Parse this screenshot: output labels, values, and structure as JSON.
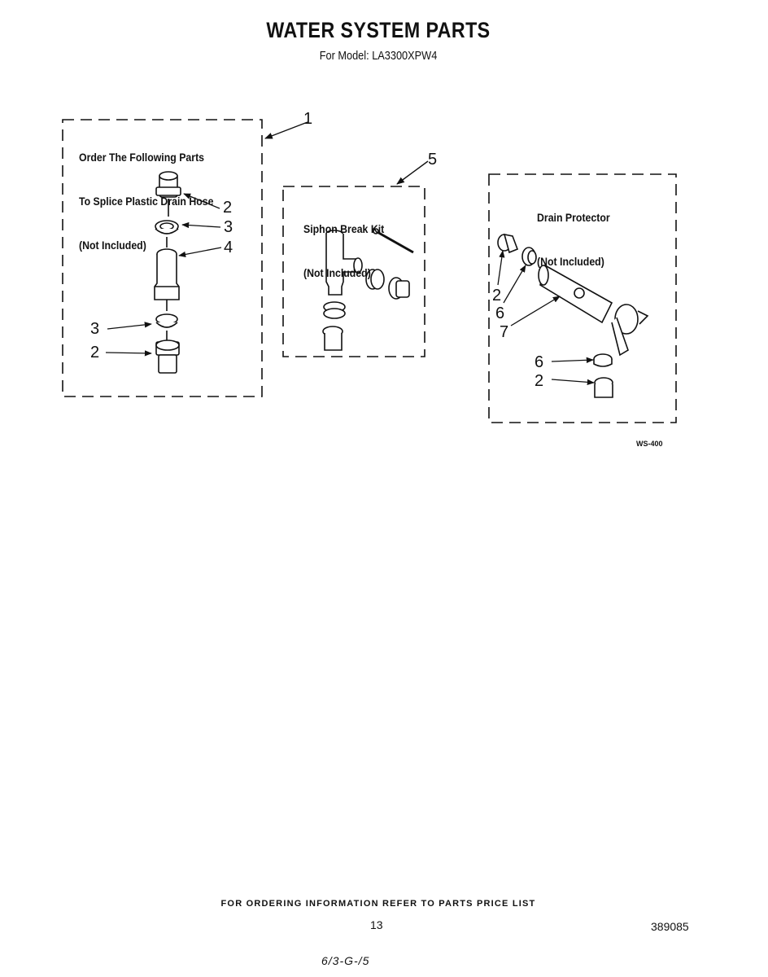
{
  "header": {
    "title": "WATER SYSTEM PARTS",
    "subtitle": "For Model: LA3300XPW4"
  },
  "boxes": {
    "splice_kit": {
      "lines": [
        "Order The Following Parts",
        "To Splice Plastic Drain Hose",
        "(Not Included)"
      ],
      "callout": "1"
    },
    "siphon_break_kit": {
      "lines": [
        "Siphon Break Kit",
        "(Not Included)"
      ],
      "callout": "5"
    },
    "drain_protector": {
      "lines": [
        "Drain Protector",
        "(Not Included)"
      ]
    }
  },
  "part_labels": {
    "splice": [
      "2",
      "3",
      "4",
      "3",
      "2"
    ],
    "drain": [
      "2",
      "6",
      "7",
      "6",
      "2"
    ]
  },
  "diagram_code": "WS-400",
  "footer": {
    "note": "FOR ORDERING INFORMATION REFER TO PARTS PRICE LIST",
    "page_number": "13",
    "doc_number": "389085",
    "handwritten": "6/3-G-/5"
  }
}
